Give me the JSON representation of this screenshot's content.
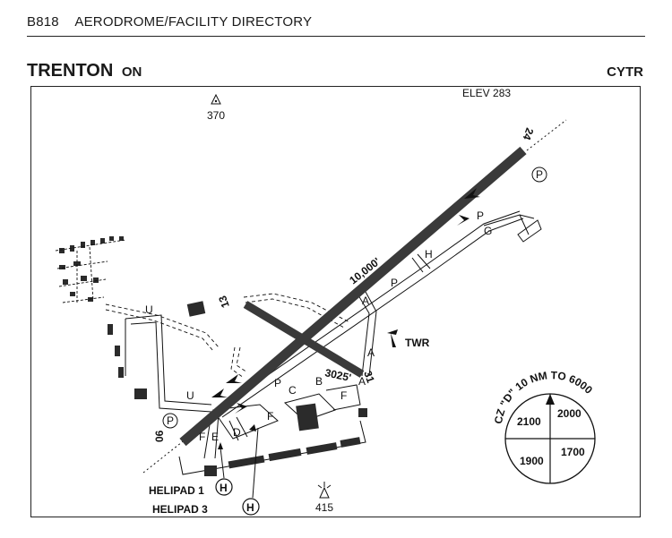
{
  "header": {
    "page_code": "B818",
    "section_title": "AERODROME/FACILITY DIRECTORY"
  },
  "aerodrome": {
    "name": "TRENTON",
    "province": "ON",
    "ident": "CYTR",
    "elevation": "ELEV 283"
  },
  "runways": {
    "main": {
      "end_a": "06",
      "end_b": "24",
      "length": "10,000'"
    },
    "cross": {
      "end_a": "13",
      "end_b": "31",
      "length": "3025'"
    }
  },
  "taxiways": [
    "A",
    "A",
    "A",
    "B",
    "C",
    "D",
    "E",
    "F",
    "F",
    "F",
    "G",
    "H",
    "P",
    "P",
    "P",
    "U",
    "U"
  ],
  "obstacles": [
    "370",
    "415"
  ],
  "tower_label": "TWR",
  "helipads": [
    "HELIPAD 1",
    "HELIPAD 3"
  ],
  "parking_symbol": "P",
  "heliport_symbol": "H",
  "sector_diagram": {
    "title": "CZ \"D\" 10 NM TO 6000",
    "sectors": [
      "2100",
      "2000",
      "1900",
      "1700"
    ]
  },
  "colors": {
    "runway": "#3a3a3a",
    "ink": "#111111",
    "paper": "#ffffff",
    "building": "#2b2b2b"
  }
}
